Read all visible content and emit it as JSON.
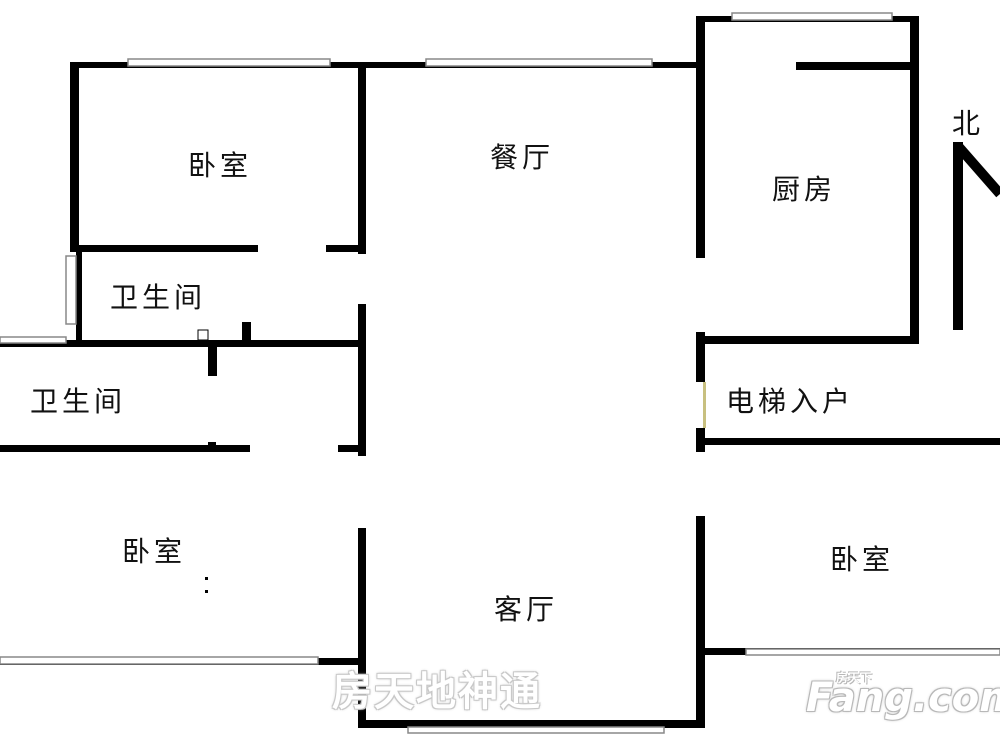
{
  "rooms": {
    "bedroom_top_left": "卧室",
    "dining_room": "餐厅",
    "kitchen": "厨房",
    "bathroom_upper": "卫生间",
    "bathroom_lower": "卫生间",
    "elevator_entrance": "电梯入户",
    "bedroom_bottom_left": "卧室",
    "living_room": "客厅",
    "bedroom_bottom_right": "卧室"
  },
  "compass": {
    "north_label": "北"
  },
  "watermarks": {
    "agency": "房天地神通",
    "site_small": "房天下",
    "site": "Fang.com"
  },
  "colors": {
    "wall": "#000000",
    "window_frame": "#888888",
    "background": "#ffffff"
  }
}
